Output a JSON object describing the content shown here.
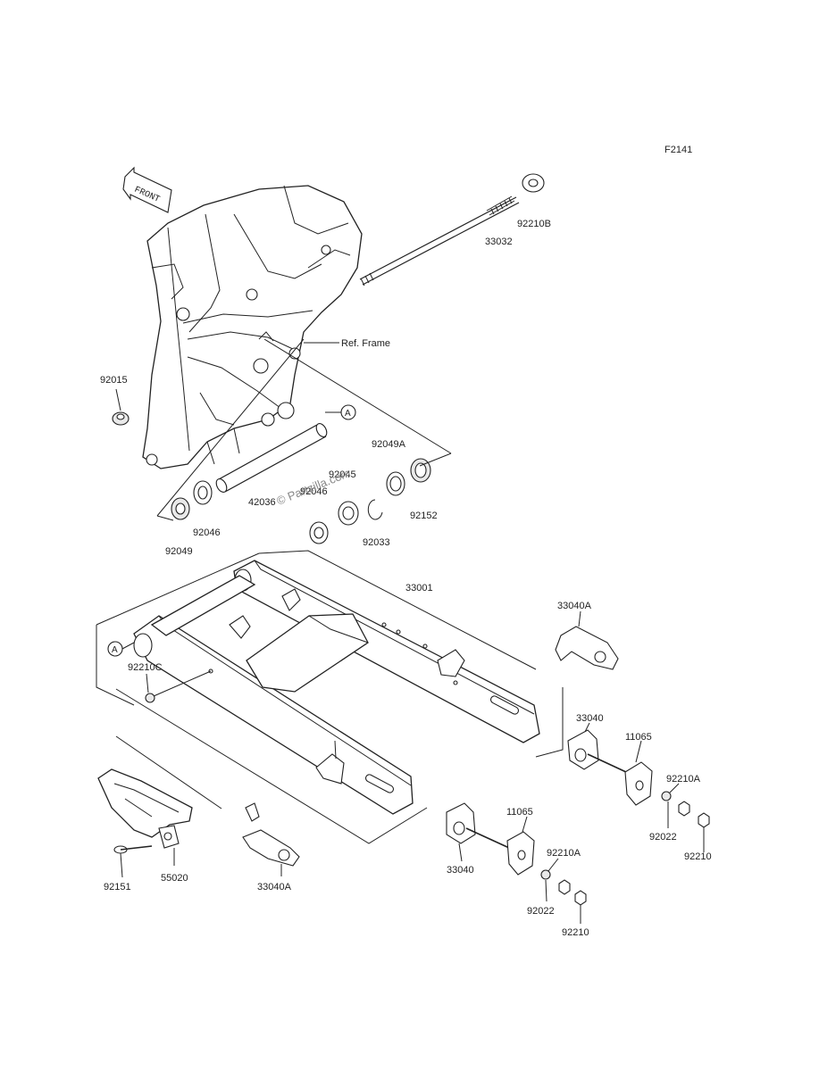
{
  "diagram_code": "F2141",
  "front_marker": "FRONT",
  "ref_frame": "Ref. Frame",
  "watermark": "© Partzilla.com",
  "callout_a": "A",
  "labels": {
    "p92210B": "92210B",
    "p33032": "33032",
    "p92015": "92015",
    "p92049A": "92049A",
    "p92045": "92045",
    "p92046a": "92046",
    "p42036": "42036",
    "p92152": "92152",
    "p92046b": "92046",
    "p92033": "92033",
    "p92049": "92049",
    "p33001": "33001",
    "p33040A_r": "33040A",
    "p92210C": "92210C",
    "p33040_r": "33040",
    "p11065_r": "11065",
    "p92210A_r": "92210A",
    "p92022_r": "92022",
    "p92210_r": "92210",
    "p11065_c": "11065",
    "p92210A_c": "92210A",
    "p33040_c": "33040",
    "p92022_c": "92022",
    "p92210_c": "92210",
    "p92151": "92151",
    "p55020": "55020",
    "p33040A_l": "33040A"
  }
}
